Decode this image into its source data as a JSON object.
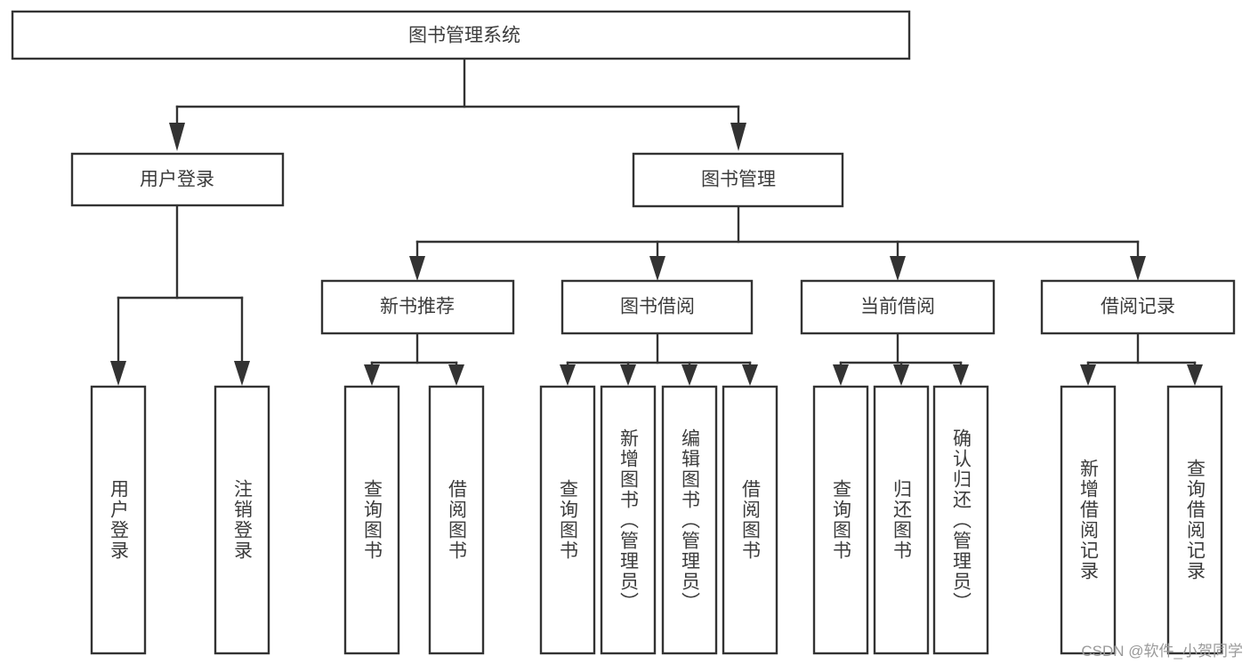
{
  "diagram": {
    "title": "图书管理系统",
    "type": "tree-hierarchy-diagram",
    "colors": {
      "box_stroke": "#333333",
      "box_fill": "#ffffff",
      "text": "#3c3c3c",
      "connector": "#333333",
      "background": "#ffffff",
      "watermark": "#9a9a9a"
    },
    "root": {
      "label": "图书管理系统"
    },
    "level2": [
      {
        "label": "用户登录"
      },
      {
        "label": "图书管理"
      }
    ],
    "level3": [
      {
        "label": "新书推荐"
      },
      {
        "label": "图书借阅"
      },
      {
        "label": "当前借阅"
      },
      {
        "label": "借阅记录"
      }
    ],
    "leaves": {
      "user_login": [
        {
          "label": "用户登录"
        },
        {
          "label": "注销登录"
        }
      ],
      "new_book_recommend": [
        {
          "label": "查询图书"
        },
        {
          "label": "借阅图书"
        }
      ],
      "book_borrow": [
        {
          "label": "查询图书"
        },
        {
          "label": "新增图书（管理员）"
        },
        {
          "label": "编辑图书（管理员）"
        },
        {
          "label": "借阅图书"
        }
      ],
      "current_borrow": [
        {
          "label": "查询图书"
        },
        {
          "label": "归还图书"
        },
        {
          "label": "确认归还（管理员）"
        }
      ],
      "borrow_record": [
        {
          "label": "新增借阅记录"
        },
        {
          "label": "查询借阅记录"
        }
      ]
    },
    "watermark": "CSDN @软件_小贺同学"
  }
}
